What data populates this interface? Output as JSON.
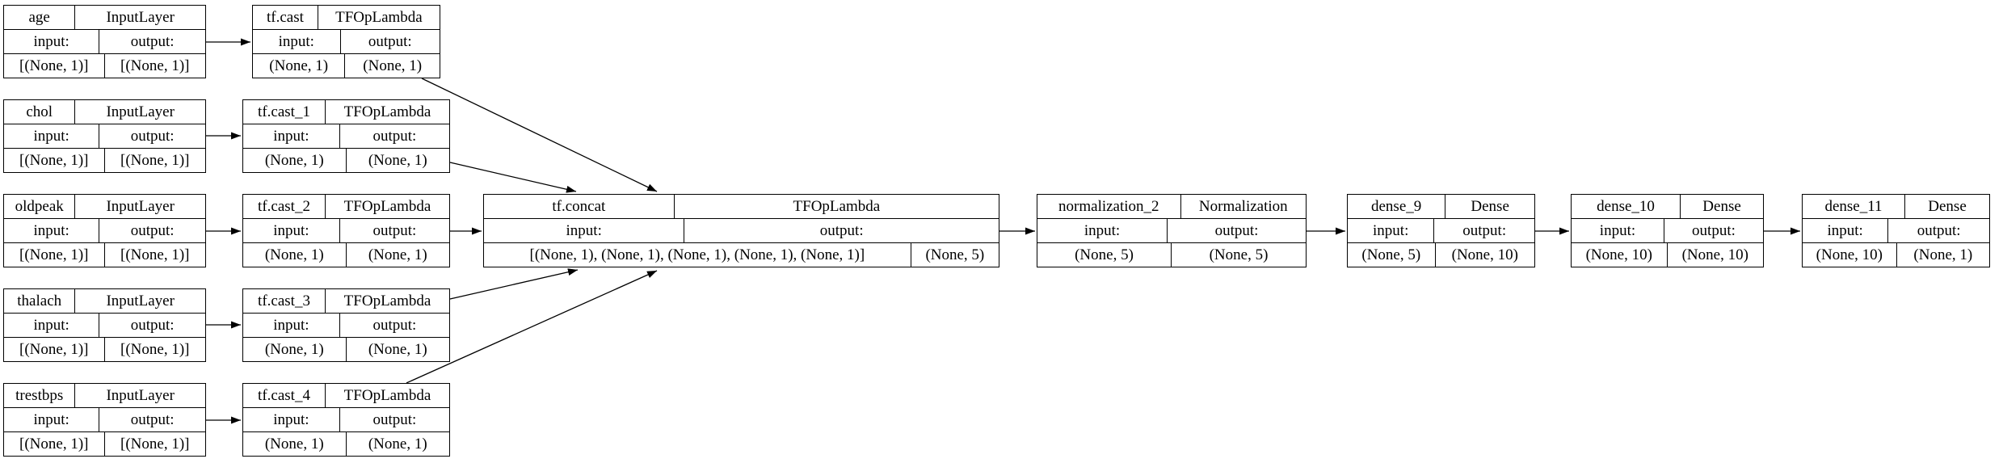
{
  "graph": {
    "kind": "keras-model-architecture-diagram",
    "labels": {
      "input": "input:",
      "output": "output:"
    },
    "nodes": {
      "age": {
        "name": "age",
        "class": "InputLayer",
        "input_shape": "[(None, 1)]",
        "output_shape": "[(None, 1)]"
      },
      "chol": {
        "name": "chol",
        "class": "InputLayer",
        "input_shape": "[(None, 1)]",
        "output_shape": "[(None, 1)]"
      },
      "oldpeak": {
        "name": "oldpeak",
        "class": "InputLayer",
        "input_shape": "[(None, 1)]",
        "output_shape": "[(None, 1)]"
      },
      "thalach": {
        "name": "thalach",
        "class": "InputLayer",
        "input_shape": "[(None, 1)]",
        "output_shape": "[(None, 1)]"
      },
      "trestbps": {
        "name": "trestbps",
        "class": "InputLayer",
        "input_shape": "[(None, 1)]",
        "output_shape": "[(None, 1)]"
      },
      "cast": {
        "name": "tf.cast",
        "class": "TFOpLambda",
        "input_shape": "(None, 1)",
        "output_shape": "(None, 1)"
      },
      "cast1": {
        "name": "tf.cast_1",
        "class": "TFOpLambda",
        "input_shape": "(None, 1)",
        "output_shape": "(None, 1)"
      },
      "cast2": {
        "name": "tf.cast_2",
        "class": "TFOpLambda",
        "input_shape": "(None, 1)",
        "output_shape": "(None, 1)"
      },
      "cast3": {
        "name": "tf.cast_3",
        "class": "TFOpLambda",
        "input_shape": "(None, 1)",
        "output_shape": "(None, 1)"
      },
      "cast4": {
        "name": "tf.cast_4",
        "class": "TFOpLambda",
        "input_shape": "(None, 1)",
        "output_shape": "(None, 1)"
      },
      "concat": {
        "name": "tf.concat",
        "class": "TFOpLambda",
        "input_shape": "[(None, 1), (None, 1), (None, 1), (None, 1), (None, 1)]",
        "output_shape": "(None, 5)"
      },
      "norm": {
        "name": "normalization_2",
        "class": "Normalization",
        "input_shape": "(None, 5)",
        "output_shape": "(None, 5)"
      },
      "dense9": {
        "name": "dense_9",
        "class": "Dense",
        "input_shape": "(None, 5)",
        "output_shape": "(None, 10)"
      },
      "dense10": {
        "name": "dense_10",
        "class": "Dense",
        "input_shape": "(None, 10)",
        "output_shape": "(None, 10)"
      },
      "dense11": {
        "name": "dense_11",
        "class": "Dense",
        "input_shape": "(None, 10)",
        "output_shape": "(None, 1)"
      }
    },
    "edges": [
      {
        "from": "age",
        "to": "tf.cast"
      },
      {
        "from": "chol",
        "to": "tf.cast_1"
      },
      {
        "from": "oldpeak",
        "to": "tf.cast_2"
      },
      {
        "from": "thalach",
        "to": "tf.cast_3"
      },
      {
        "from": "trestbps",
        "to": "tf.cast_4"
      },
      {
        "from": "tf.cast",
        "to": "tf.concat"
      },
      {
        "from": "tf.cast_1",
        "to": "tf.concat"
      },
      {
        "from": "tf.cast_2",
        "to": "tf.concat"
      },
      {
        "from": "tf.cast_3",
        "to": "tf.concat"
      },
      {
        "from": "tf.cast_4",
        "to": "tf.concat"
      },
      {
        "from": "tf.concat",
        "to": "normalization_2"
      },
      {
        "from": "normalization_2",
        "to": "dense_9"
      },
      {
        "from": "dense_9",
        "to": "dense_10"
      },
      {
        "from": "dense_10",
        "to": "dense_11"
      }
    ],
    "colors": {
      "background": "#ffffff",
      "node_fill": "#ffffff",
      "node_border": "#000000",
      "edge": "#000000",
      "text": "#000000"
    }
  }
}
